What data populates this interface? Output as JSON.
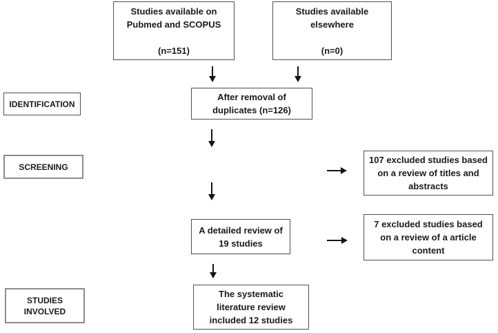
{
  "diagram": {
    "stages": [
      {
        "label": "IDENTIFICATION"
      },
      {
        "label": "SCREENING"
      },
      {
        "label": "STUDIES\nINVOLVED"
      }
    ],
    "boxes": {
      "sources_pubmed": "Studies available on\nPubmed and SCOPUS\n\n(n=151)",
      "sources_elsewhere": "Studies available\nelsewhere\n\n(n=0)",
      "after_duplicates": "After removal of\nduplicates (n=126)",
      "excluded_titles": "107 excluded studies based\non a review of titles and\nabstracts",
      "detailed_review": "A detailed review of\n19 studies",
      "excluded_content": "7 excluded studies based\non a review of a article\ncontent",
      "final_review": "The systematic\nliterature review\nincluded 12 studies"
    },
    "counts": {
      "pubmed_scopus": 151,
      "elsewhere": 0,
      "after_duplicates": 126,
      "excluded_on_titles": 107,
      "detailed_review": 19,
      "excluded_on_content": 7,
      "included": 12
    },
    "colors": {
      "background": "#ffffff",
      "text": "#1a1a1a",
      "box_border": "#4f4f4f",
      "stage_border": "#8c8c8c",
      "arrow": "#141414"
    }
  }
}
